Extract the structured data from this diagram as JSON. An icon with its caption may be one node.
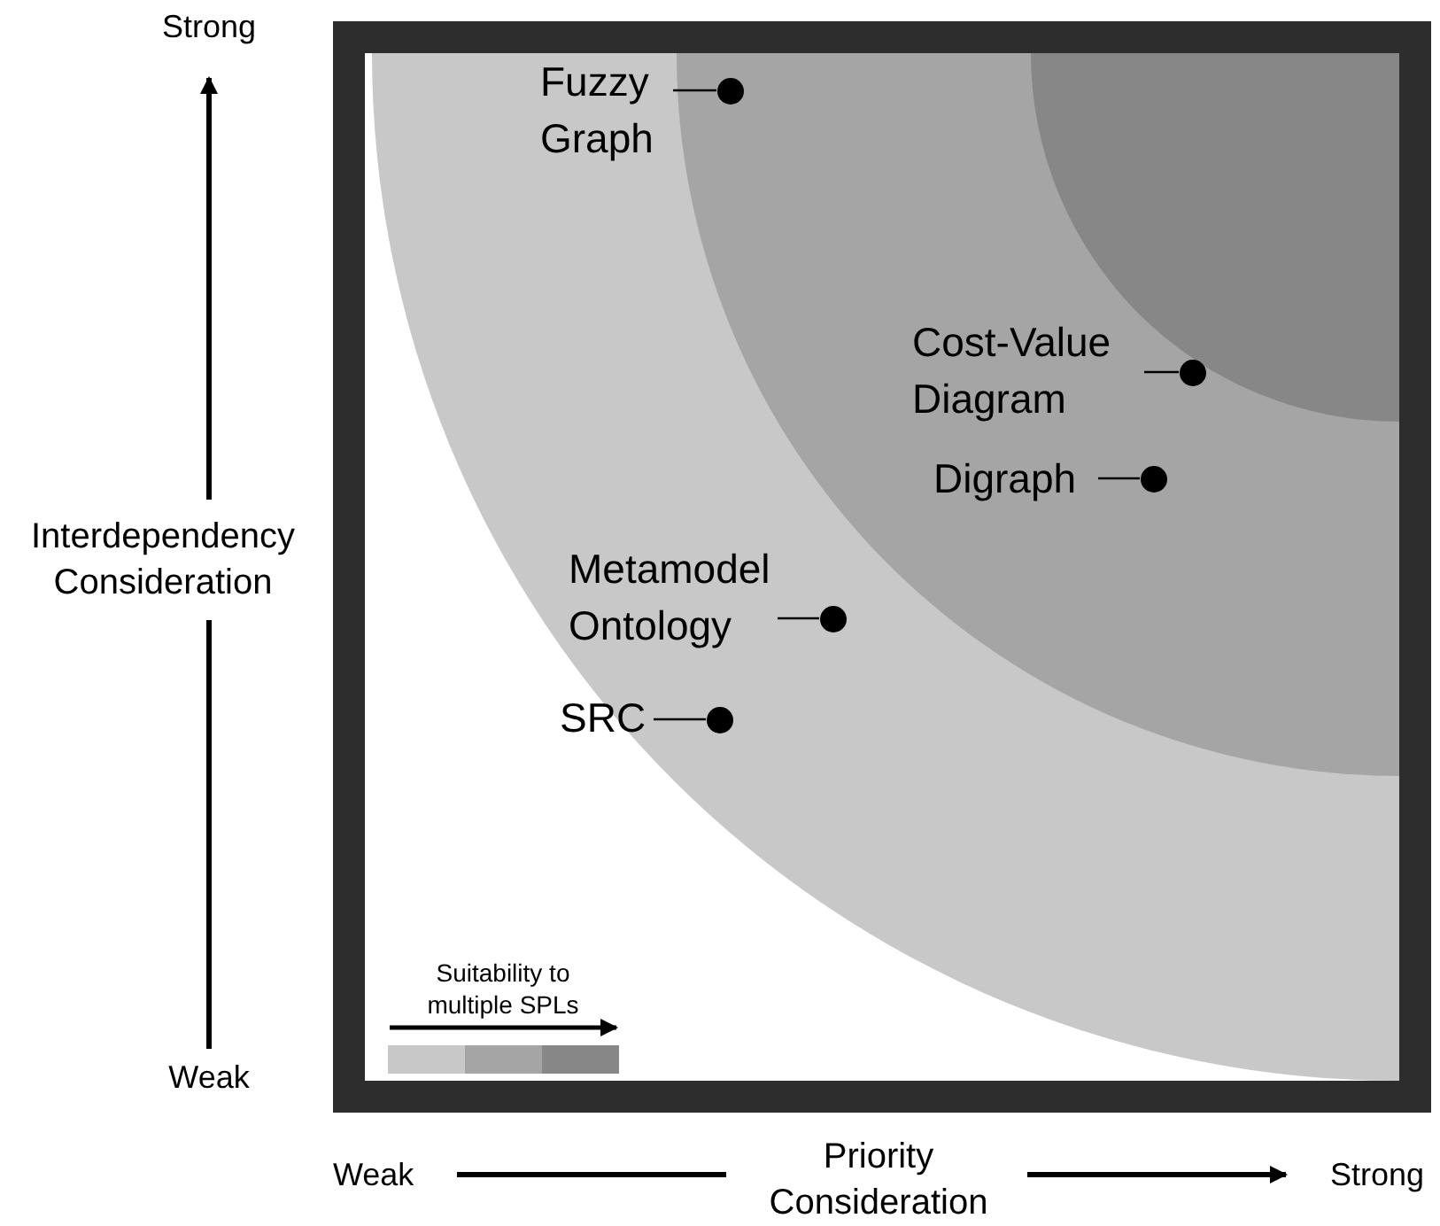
{
  "diagram": {
    "nodes": [
      {
        "text": [
          "Fuzzy Graph"
        ]
      },
      {
        "text": [],
        "shape": "circle"
      },
      {
        "text": [
          "Cost-Value Diagram"
        ]
      },
      {
        "text": [],
        "shape": "circle"
      },
      {
        "text": [
          "Digraph"
        ]
      },
      {
        "text": [],
        "shape": "circle"
      },
      {
        "text": [
          "Metamodel Ontology"
        ]
      },
      {
        "text": [],
        "shape": "circle"
      },
      {
        "text": [
          "SRC"
        ]
      },
      {
        "text": [],
        "shape": "circle"
      }
    ],
    "edges": [
      {
        "from": 0,
        "to": 1,
        "arrow": "none"
      },
      {
        "from": 2,
        "to": 3,
        "arrow": "none"
      },
      {
        "from": 4,
        "to": 5,
        "arrow": "none"
      },
      {
        "from": 6,
        "to": 7,
        "arrow": "none"
      },
      {
        "from": 8,
        "to": 9,
        "arrow": "none"
      }
    ],
    "labels": [
      "Strong",
      "Interdependency Consideration",
      "Weak",
      "Weak",
      "Priority Consideration",
      "Strong"
    ],
    "legend": [
      {
        "text": "Suitability to multiple SPLs"
      }
    ]
  }
}
